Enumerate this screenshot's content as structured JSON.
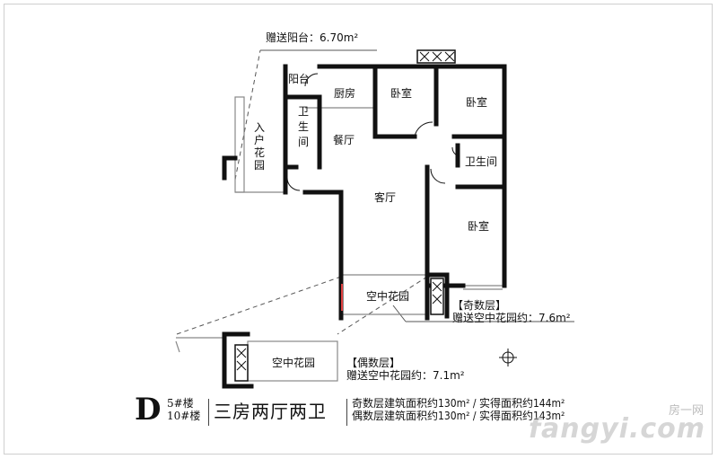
{
  "colors": {
    "wall": "#111111",
    "window": "#4a6fa5",
    "accent_door": "#e04040",
    "dim": "#666666"
  },
  "balcony_gift": "赠送阳台：6.70m²",
  "rooms": {
    "balcony": "阳台",
    "kitchen": "厨房",
    "bedroom_top1": "卧室",
    "bedroom_top2": "卧室",
    "bathroom_left_1": "卫",
    "bathroom_left_2": "生",
    "bathroom_left_3": "间",
    "dining": "餐厅",
    "entry_garden_1": "入",
    "entry_garden_2": "户",
    "entry_garden_3": "花",
    "entry_garden_4": "园",
    "bathroom_right": "卫生间",
    "living": "客厅",
    "bedroom_bottom": "卧室",
    "sky_garden_main": "空中花园",
    "sky_garden_alt": "空中花园"
  },
  "odd_note": {
    "title": "【奇数层】",
    "text": "赠送空中花园约：7.6m²"
  },
  "even_note": {
    "title": "【偶数层】",
    "text": "赠送空中花园约：7.1m²"
  },
  "footer": {
    "letter": "D",
    "floor_line1": "5#楼",
    "floor_line2": "10#楼",
    "layout": "三房两厅两卫",
    "odd_area": "奇数层建筑面积约130m² / 实得面积约144m²",
    "even_area": "偶数层建筑面积约130m² / 实得面积约143m²"
  },
  "watermark": "fangyi.com",
  "watermark_cn": "房一网"
}
